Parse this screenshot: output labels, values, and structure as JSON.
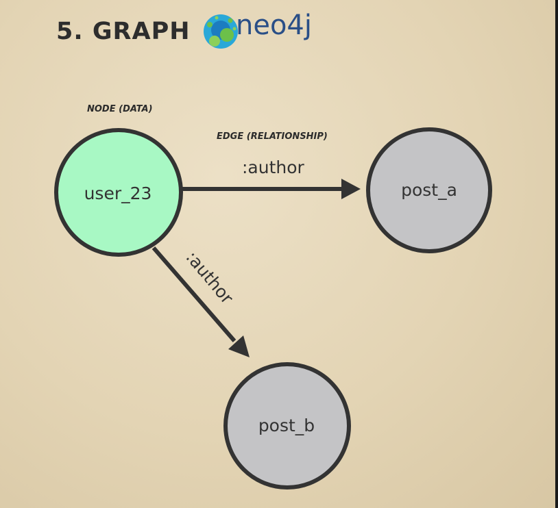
{
  "slide": {
    "title": "5. GRAPH",
    "logo_text": "neo4j",
    "logo_icon": "neo4j-logo-icon"
  },
  "captions": {
    "node": "NODE (DATA)",
    "edge": "EDGE (RELATIONSHIP)"
  },
  "graph": {
    "nodes": [
      {
        "id": "user_23",
        "label": "user_23",
        "color": "#a8f8c4"
      },
      {
        "id": "post_a",
        "label": "post_a",
        "color": "#c4c4c6"
      },
      {
        "id": "post_b",
        "label": "post_b",
        "color": "#c4c4c6"
      }
    ],
    "edges": [
      {
        "from": "user_23",
        "to": "post_a",
        "label": ":author"
      },
      {
        "from": "user_23",
        "to": "post_b",
        "label": ":author"
      }
    ]
  },
  "colors": {
    "background": "#e6d8ba",
    "stroke": "#333333",
    "user_node_fill": "#a8f8c4",
    "post_node_fill": "#c4c4c6",
    "logo_text": "#2a4f87"
  }
}
